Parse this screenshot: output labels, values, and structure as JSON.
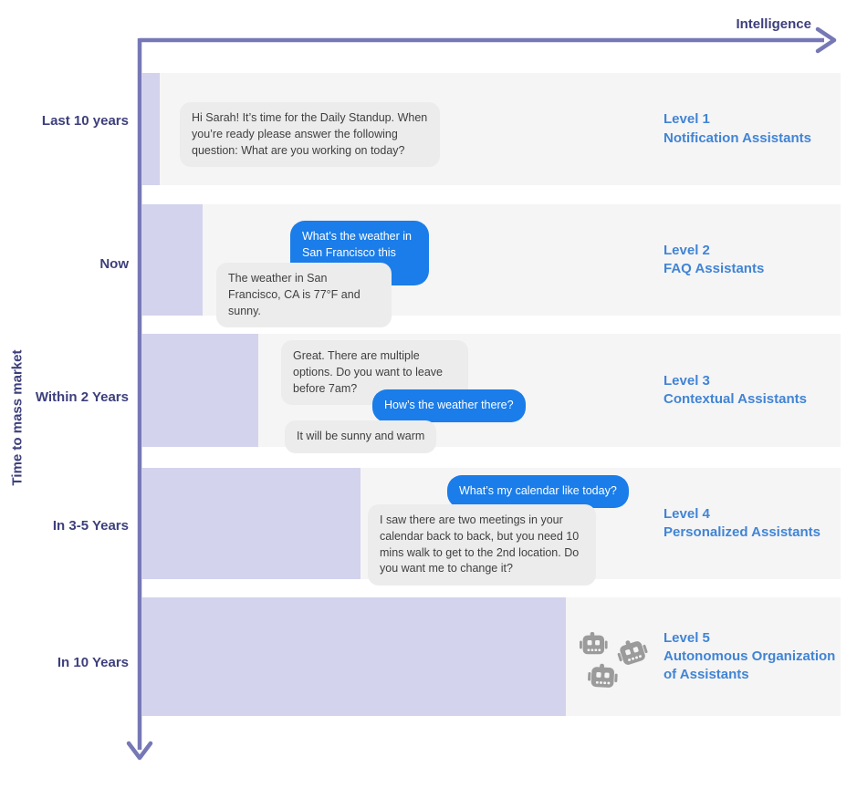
{
  "axes": {
    "x_label": "Intelligence",
    "y_label": "Time to mass market"
  },
  "colors": {
    "axis": "#7678b6",
    "axis_label_text": "#3d3f7c",
    "timeline_bar": "#d3d3ed",
    "row_panel": "#f5f5f5",
    "level_text": "#4184d5",
    "user_bubble": "#1a7de9",
    "assistant_bubble": "#ececec",
    "robot_icon": "#9b9b9b"
  },
  "rows": [
    {
      "time_label": "Last 10 years",
      "level_title": "Level 1",
      "level_subtitle": "Notification Assistants",
      "messages": [
        {
          "from": "assistant",
          "text": "Hi Sarah! It’s time for the Daily Standup. When you’re ready please answer the following question: What are you working on today?"
        }
      ]
    },
    {
      "time_label": "Now",
      "level_title": "Level 2",
      "level_subtitle": "FAQ Assistants",
      "messages": [
        {
          "from": "user",
          "text": "What’s the weather in San Francisco this weekend?"
        },
        {
          "from": "assistant",
          "text": "The weather in San Francisco, CA is 77°F and sunny."
        }
      ]
    },
    {
      "time_label": "Within 2 Years",
      "level_title": "Level 3",
      "level_subtitle": "Contextual Assistants",
      "messages": [
        {
          "from": "assistant",
          "text": "Great. There are multiple options. Do you want to leave before 7am?"
        },
        {
          "from": "user",
          "text": "How’s the weather there?"
        },
        {
          "from": "assistant",
          "text": "It will be sunny and warm"
        }
      ]
    },
    {
      "time_label": "In 3-5 Years",
      "level_title": "Level 4",
      "level_subtitle": "Personalized Assistants",
      "messages": [
        {
          "from": "user",
          "text": "What’s my calendar like today?"
        },
        {
          "from": "assistant",
          "text": "I saw there are two meetings in your calendar back to back, but you need 10 mins walk to get to the 2nd location. Do you want me to change it?"
        }
      ]
    },
    {
      "time_label": "In 10 Years",
      "level_title": "Level 5",
      "level_subtitle": "Autonomous Organization of Assistants",
      "icon": "robot-icon",
      "messages": []
    }
  ]
}
